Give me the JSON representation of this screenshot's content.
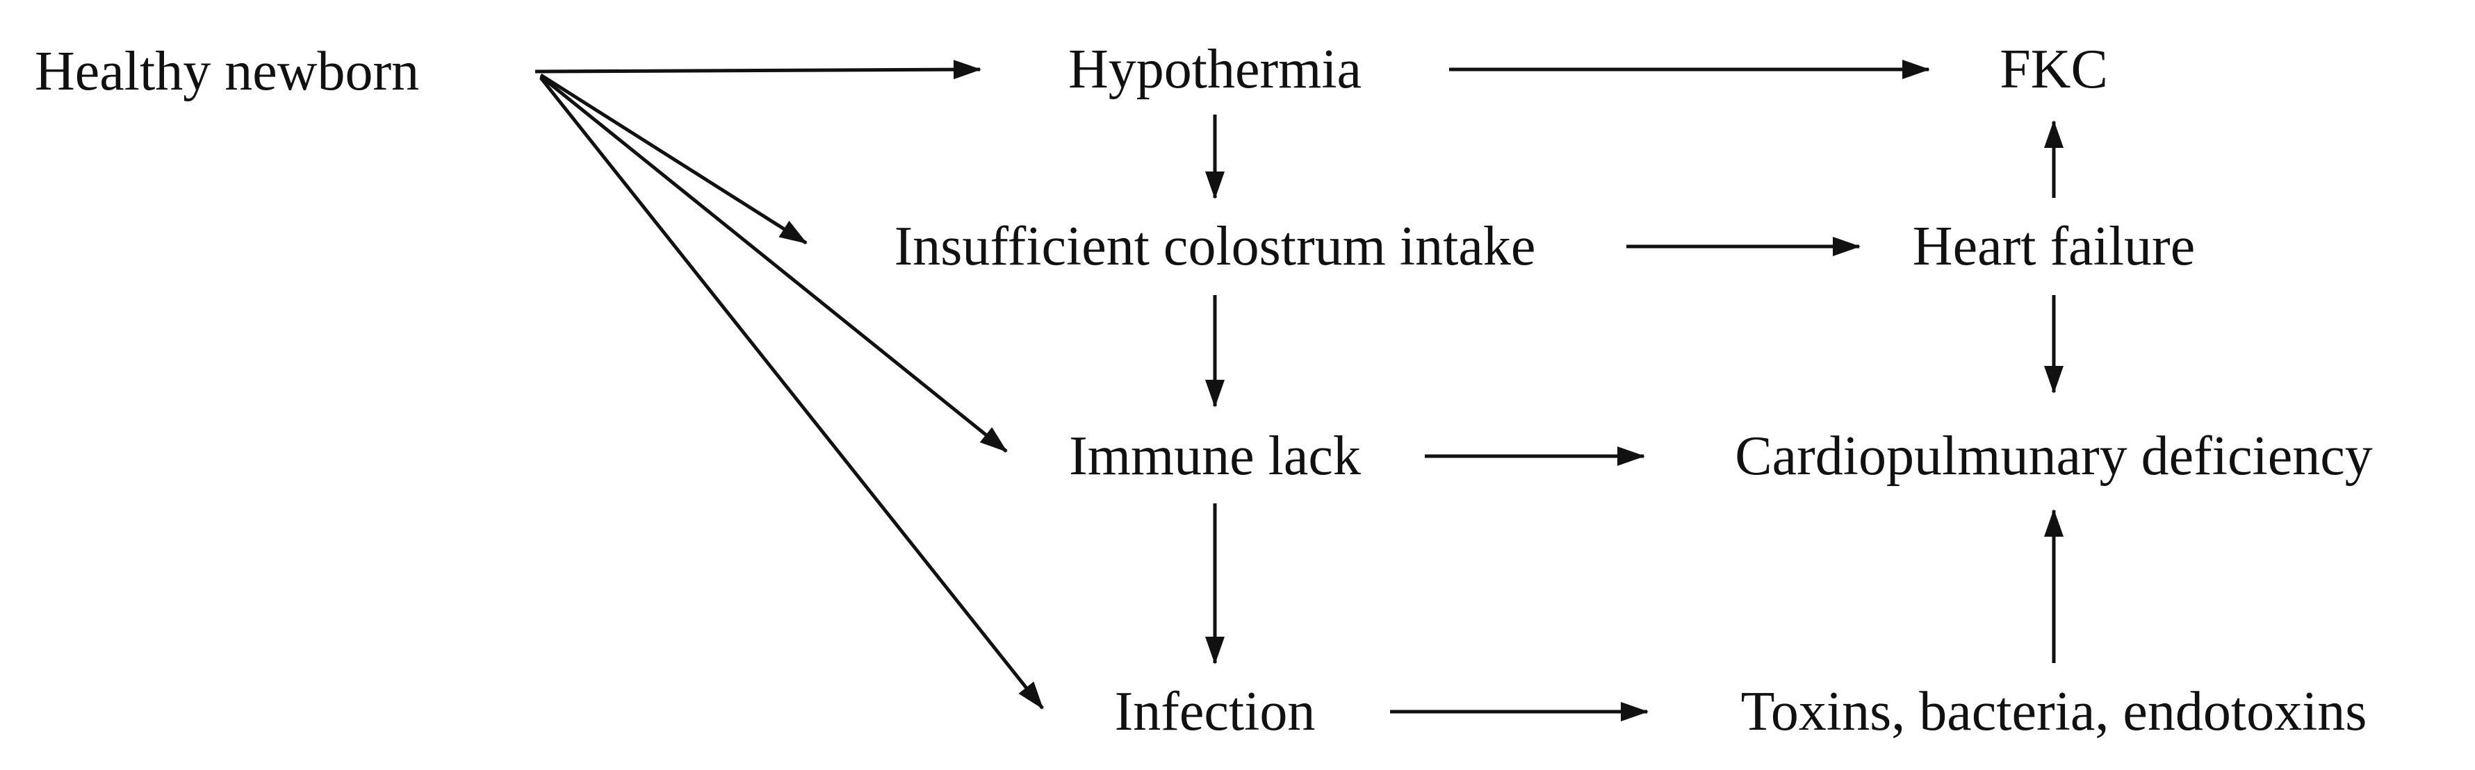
{
  "diagram": {
    "nodes": {
      "healthy_newborn": "Healthy newborn",
      "hypothermia": "Hypothermia",
      "fkc": "FKC",
      "insufficient_colostrum": "Insufficient colostrum intake",
      "heart_failure": "Heart failure",
      "immune_lack": "Immune lack",
      "cardiopulmonary_deficiency": "Cardiopulmunary deficiency",
      "infection": "Infection",
      "toxins": "Toxins, bacteria, endotoxins"
    },
    "edges": [
      {
        "from": "healthy_newborn",
        "to": "hypothermia"
      },
      {
        "from": "healthy_newborn",
        "to": "insufficient_colostrum"
      },
      {
        "from": "healthy_newborn",
        "to": "immune_lack"
      },
      {
        "from": "healthy_newborn",
        "to": "infection"
      },
      {
        "from": "hypothermia",
        "to": "fkc"
      },
      {
        "from": "hypothermia",
        "to": "insufficient_colostrum"
      },
      {
        "from": "insufficient_colostrum",
        "to": "heart_failure"
      },
      {
        "from": "insufficient_colostrum",
        "to": "immune_lack"
      },
      {
        "from": "heart_failure",
        "to": "fkc"
      },
      {
        "from": "heart_failure",
        "to": "cardiopulmonary_deficiency"
      },
      {
        "from": "immune_lack",
        "to": "cardiopulmonary_deficiency"
      },
      {
        "from": "immune_lack",
        "to": "infection"
      },
      {
        "from": "infection",
        "to": "toxins"
      },
      {
        "from": "toxins",
        "to": "cardiopulmonary_deficiency"
      }
    ]
  }
}
